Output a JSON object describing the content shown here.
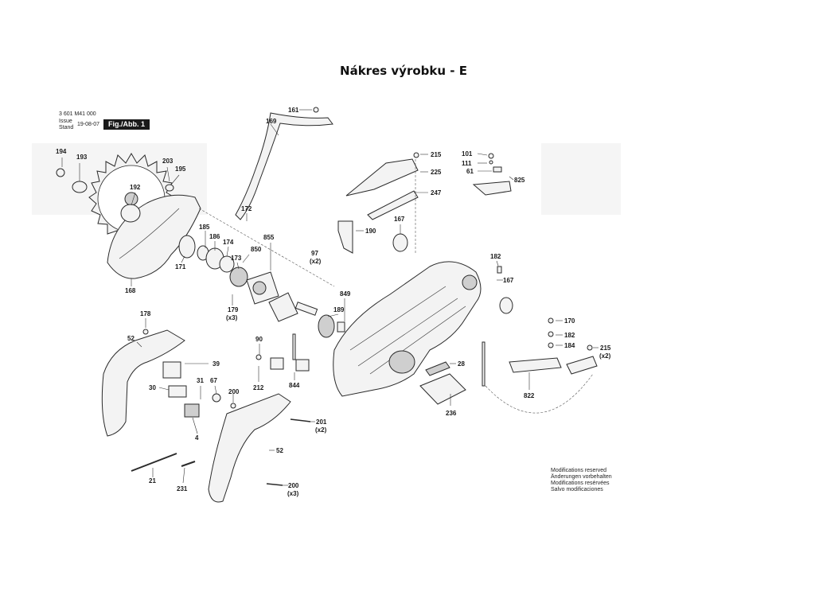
{
  "title": "Nákres výrobku - E",
  "header": {
    "part_number": "3 601 M41 000",
    "issue_label": "Issue",
    "stand_label": "Stand",
    "date": "19-08-07",
    "figure_label": "Fig./Abb. 1"
  },
  "notes": [
    "Modifications reserved",
    "Änderungen vorbehalten",
    "Modifications resérvées",
    "Salvo modificaciones"
  ],
  "callouts": [
    "161",
    "169",
    "215",
    "225",
    "247",
    "101",
    "111",
    "61",
    "825",
    "194",
    "193",
    "203",
    "195",
    "192",
    "172",
    "167",
    "190",
    "185",
    "186",
    "174",
    "855",
    "850",
    "173",
    "97",
    "(x2)",
    "171",
    "168",
    "182",
    "167",
    "179",
    "(x3)",
    "849",
    "189",
    "178",
    "170",
    "182",
    "184",
    "215",
    "(x2)",
    "52",
    "39",
    "90",
    "844",
    "28",
    "31",
    "30",
    "67",
    "200",
    "212",
    "822",
    "236",
    "4",
    "201",
    "(x2)",
    "21",
    "231",
    "52",
    "200",
    "(x3)"
  ]
}
